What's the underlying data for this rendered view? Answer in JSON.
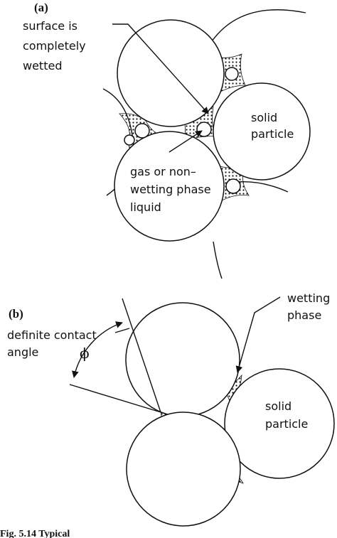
{
  "panel_a": {
    "tag": "(a)",
    "label_surface": [
      "surface is",
      "completely",
      "wetted"
    ],
    "label_solid": [
      "solid",
      "particle"
    ],
    "label_gas": [
      "gas or non–",
      "wetting phase",
      "liquid"
    ]
  },
  "panel_b": {
    "tag": "(b)",
    "label_contact": [
      "definite contact",
      "angle"
    ],
    "angle_symbol": "ϕ",
    "label_wetting": [
      "wetting",
      "phase"
    ],
    "label_solid": [
      "solid",
      "particle"
    ]
  },
  "caption_partial": "Fig. 5.14 Typical",
  "colors": {
    "ink": "#111111",
    "background": "#ffffff"
  }
}
